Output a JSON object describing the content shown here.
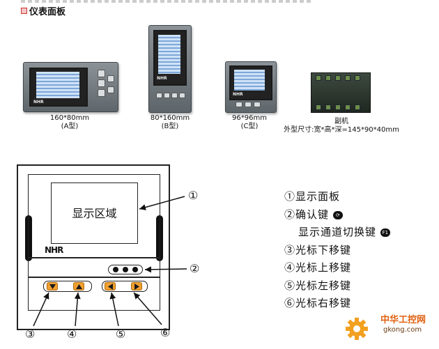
{
  "section": {
    "title": "仪表面板"
  },
  "devices": [
    {
      "id": "a",
      "size": "160*80mm",
      "type": "(A型)"
    },
    {
      "id": "b",
      "size": "80*160mm",
      "type": "(B型)"
    },
    {
      "id": "c",
      "size": "96*96mm",
      "type": "(C型)"
    },
    {
      "id": "sub",
      "name": "副机",
      "dims": "外型尺寸:宽*高*深=145*90*40mm"
    }
  ],
  "diagram": {
    "display_label": "显示区域",
    "brand": "NHR",
    "callouts": [
      "①",
      "②",
      "③",
      "④",
      "⑤",
      "⑥"
    ]
  },
  "legend": {
    "items": [
      {
        "text": "①显示面板",
        "glyph": ""
      },
      {
        "text": "②确认键",
        "glyph": "⟳"
      },
      {
        "text": "显示通道切换键",
        "glyph": "F1"
      },
      {
        "text": "③光标下移键",
        "glyph": ""
      },
      {
        "text": "④光标上移键",
        "glyph": ""
      },
      {
        "text": "⑤光标左移键",
        "glyph": ""
      },
      {
        "text": "⑥光标右移键",
        "glyph": ""
      }
    ]
  },
  "watermark": {
    "name": "中华工控网",
    "url": "gkong.com"
  },
  "colors": {
    "button": "#f0a030",
    "lcd": "#7ea7d8",
    "watermark": "#e06010"
  }
}
